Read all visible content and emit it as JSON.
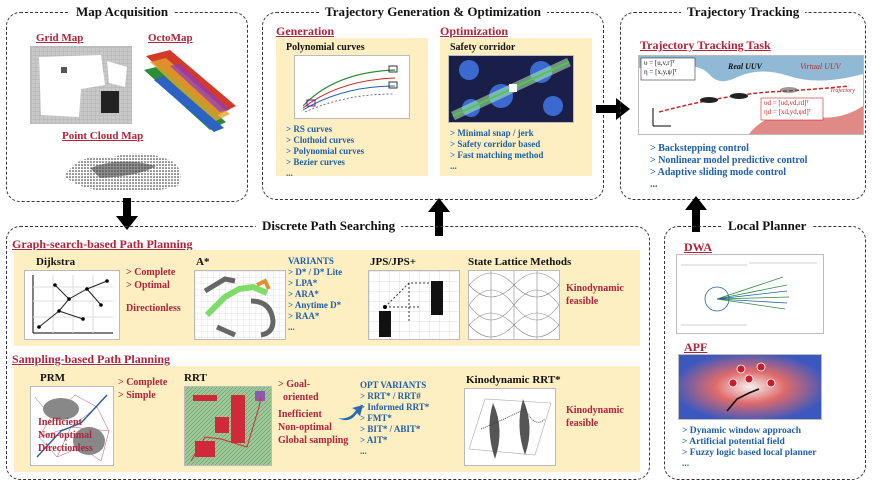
{
  "map": {
    "title": "Map Acquisition",
    "grid": "Grid Map",
    "octo": "OctoMap",
    "cloud": "Point Cloud Map"
  },
  "gen": {
    "title": "Trajectory Generation & Optimization",
    "generation": "Generation",
    "poly_title": "Polynomial curves",
    "gen_list": [
      "> RS curves",
      "> Clothoid curves",
      "> Polynomial curves",
      "> Bezier curves",
      "..."
    ],
    "optimization": "Optimization",
    "safety_title": "Safety corridor",
    "opt_list": [
      "> Minimal snap / jerk",
      "> Safety corridor based",
      "> Fast matching method",
      "..."
    ]
  },
  "track": {
    "title": "Trajectory Tracking",
    "task": "Trajectory Tracking Task",
    "real": "Real UUV",
    "virtual": "Virtual UUV",
    "trajectory": "Trajectory",
    "eq1": "υ = [u,v,r]ᵀ",
    "eq2": "η = [x,y,ψ]ᵀ",
    "eq3": "υd = [ud,vd,rd]ᵀ",
    "eq4": "ηd = [xd,yd,ψd]ᵀ",
    "list": [
      "> Backstepping control",
      "> Nonlinear model predictive control",
      "> Adaptive sliding mode control",
      "..."
    ]
  },
  "discrete": {
    "title": "Discrete Path Searching",
    "graph": "Graph-search-based Path Planning",
    "dijkstra": "Dijkstra",
    "dijkstra_props": [
      "> Complete",
      "> Optimal",
      "",
      "Directionless"
    ],
    "astar": "A*",
    "variants_title": "VARIANTS",
    "variants": [
      "> D* / D* Lite",
      "> LPA*",
      "> ARA*",
      "> Anytime D*",
      "> RAA*",
      "..."
    ],
    "jps": "JPS/JPS+",
    "lattice": "State Lattice Methods",
    "kino1": [
      "Kinodynamic",
      "feasible"
    ],
    "sampling": "Sampling-based Path Planning",
    "prm": "PRM",
    "prm_props": [
      "> Complete",
      "> Simple",
      "",
      "Inefficient",
      "Non-optimal",
      "Directionless"
    ],
    "rrt": "RRT",
    "rrt_props": [
      "> Goal-",
      "  oriented",
      "",
      "Inefficient",
      "Non-optimal",
      "Global sampling"
    ],
    "opt_variants_title": "OPT VARIANTS",
    "opt_variants": [
      "> RRT* / RRT#",
      "> Informed RRT*",
      "> FMT*",
      "> BIT* / ABIT*",
      "> AIT*",
      "..."
    ],
    "kinorrt": "Kinodynamic RRT*",
    "kino2": [
      "Kinodynamic",
      "feasible"
    ]
  },
  "local": {
    "title": "Local Planner",
    "dwa": "DWA",
    "apf": "APF",
    "list": [
      "> Dynamic window approach",
      "> Artificial potential field",
      "> Fuzzy logic based local planner",
      "..."
    ]
  }
}
